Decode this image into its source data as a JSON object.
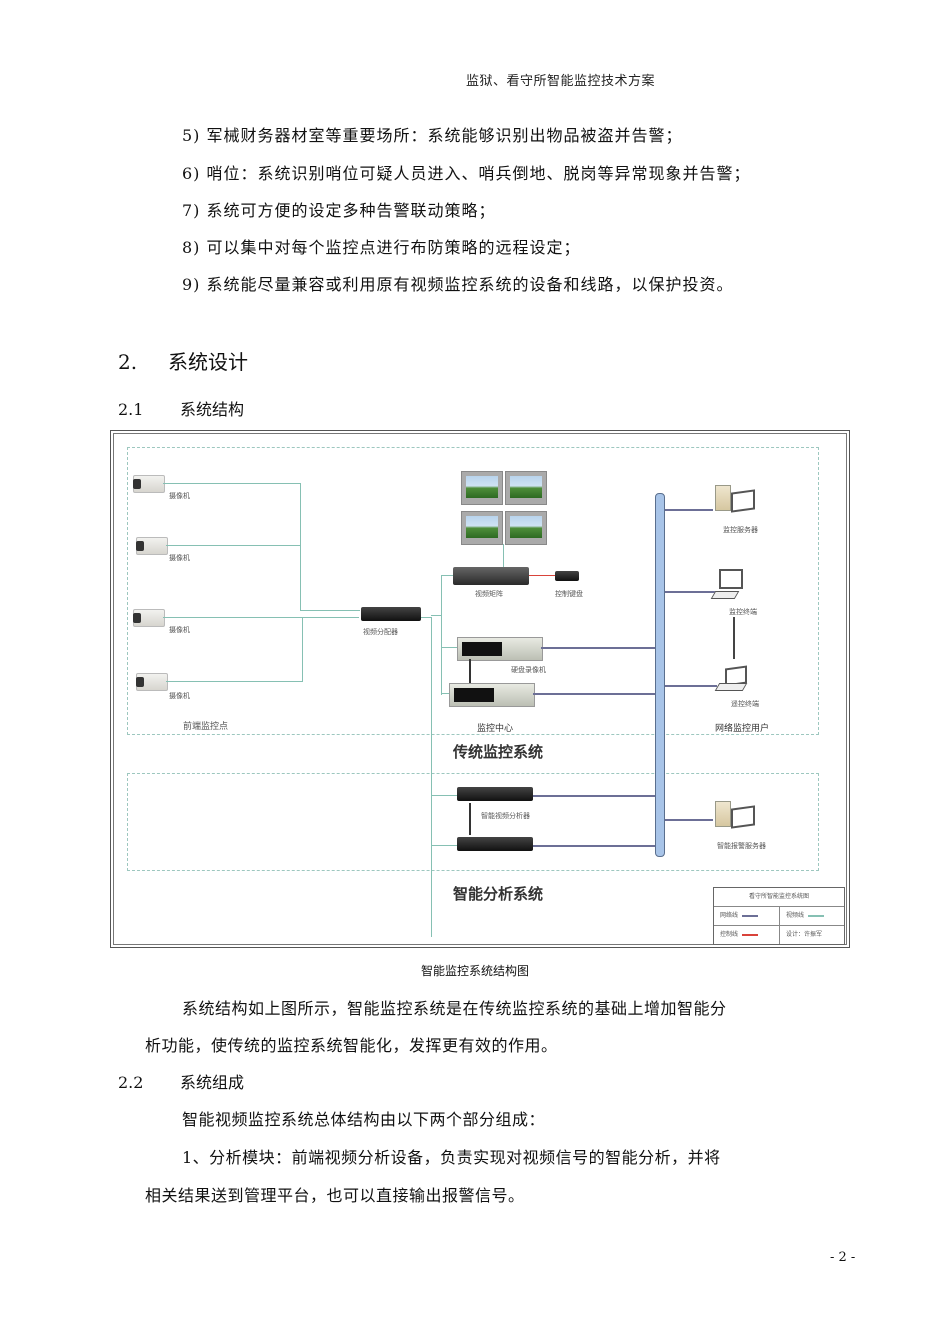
{
  "header": {
    "title": "监狱、看守所智能监控技术方案"
  },
  "list_items": [
    "5) 军械财务器材室等重要场所：系统能够识别出物品被盗并告警；",
    "6) 哨位：系统识别哨位可疑人员进入、哨兵倒地、脱岗等异常现象并告警；",
    "7) 系统可方便的设定多种告警联动策略；",
    "8) 可以集中对每个监控点进行布防策略的远程设定；",
    "9) 系统能尽量兼容或利用原有视频监控系统的设备和线路，以保护投资。"
  ],
  "section2": {
    "number": "2.",
    "title": "系统设计"
  },
  "section2_1": {
    "number": "2.1",
    "title": "系统结构"
  },
  "diagram": {
    "cameras": [
      "摄像机",
      "摄像机",
      "摄像机",
      "摄像机"
    ],
    "front_label": "前端监控点",
    "splitter": "视频分配器",
    "matrix": "视频矩阵",
    "keyboard": "控制键盘",
    "dvr": "硬盘录像机",
    "center": "监控中心",
    "traditional_system": "传统监控系统",
    "server": "监控服务器",
    "terminal": "监控终端",
    "laptop": "遥控终端",
    "network_users": "网络监控用户",
    "analyzer": "智能视频分析器",
    "alarm_server": "智能报警服务器",
    "smart_system": "智能分析系统",
    "legend": {
      "title": "看守所智能监控系统图",
      "network_line": "网络线",
      "video_line": "视频线",
      "control_line": "控制线",
      "design": "设计：许振军",
      "colors": {
        "network": "#6c6f96",
        "video": "#86c0b3",
        "control": "#d9433a"
      }
    }
  },
  "caption": "智能监控系统结构图",
  "para1_line1": "系统结构如上图所示，智能监控系统是在传统监控系统的基础上增加智能分",
  "para1_line2": "析功能，使传统的监控系统智能化，发挥更有效的作用。",
  "section2_2": {
    "number": "2.2",
    "title": "系统组成"
  },
  "para2": "智能视频监控系统总体结构由以下两个部分组成：",
  "para3_line1": "1、分析模块：前端视频分析设备，负责实现对视频信号的智能分析，并将",
  "para3_line2": "相关结果送到管理平台，也可以直接输出报警信号。",
  "page_number": "- 2 -"
}
